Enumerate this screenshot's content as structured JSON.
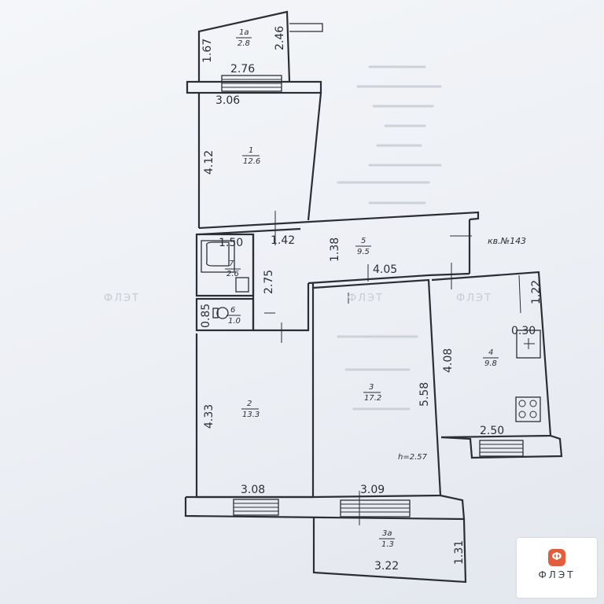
{
  "plan": {
    "rooms": [
      {
        "number": "1",
        "area": "12.6"
      },
      {
        "number": "1a",
        "area": "2.8"
      },
      {
        "number": "2",
        "area": "13.3"
      },
      {
        "number": "3",
        "area": "17.2"
      },
      {
        "number": "3a",
        "area": "1.3"
      },
      {
        "number": "4",
        "area": "9.8"
      },
      {
        "number": "5",
        "area": "9.5"
      },
      {
        "number": "6",
        "area": "1.0"
      },
      {
        "number": "7",
        "area": "2.6"
      }
    ],
    "dimensions": {
      "balcony_top_left": "1.67",
      "balcony_top_right": "2.46",
      "balcony_top_width": "2.76",
      "room1_width": "3.06",
      "room1_height": "4.12",
      "bath_width": "1.50",
      "hall_1_42": "1.42",
      "hall_1_38": "1.38",
      "hall_4_05": "4.05",
      "bath_height": "2.75",
      "wc_height": "0.85",
      "kitchen_1_22": "1.22",
      "kitchen_0_30": "0.30",
      "kitchen_height": "4.08",
      "room3_height": "5.58",
      "room2_height": "4.33",
      "kitchen_width": "2.50",
      "room2_width": "3.08",
      "room3_width": "3.09",
      "balcony_bottom_width": "3.22",
      "balcony_bottom_depth": "1.31"
    },
    "ceiling_height": "h=2.57",
    "neighbor_note": "кв.№143"
  },
  "watermark": {
    "text": "ФЛЭТ"
  },
  "logo": {
    "mark": "Ф",
    "text": "ФЛЭТ"
  },
  "colors": {
    "ink": "#2b2e35",
    "paper": "#f0f2f6",
    "logo_accent": "#e45d3a"
  }
}
